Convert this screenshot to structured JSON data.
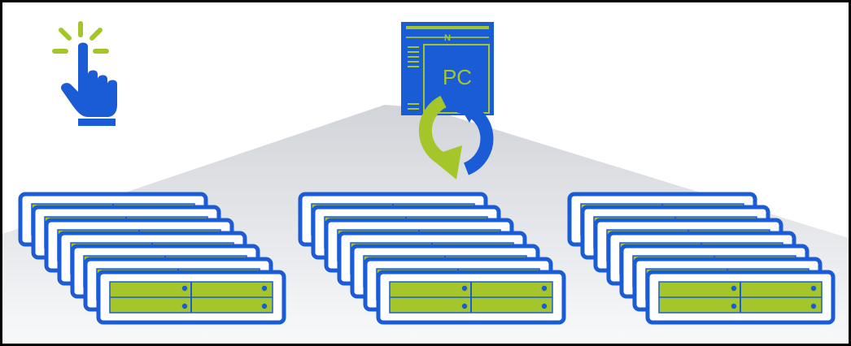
{
  "pc_icon": {
    "label": "PC",
    "header_glyph": "N"
  },
  "icons": {
    "pointer": "pointing-hand-icon",
    "sync": "sync-arrows-icon",
    "pc": "pc-window-icon"
  },
  "colors": {
    "blue": "#1a5bd6",
    "green": "#a4c62a",
    "background": "#ffffff",
    "frame": "#000000"
  },
  "server_stacks": [
    {
      "name": "left",
      "units": 7
    },
    {
      "name": "center",
      "units": 7
    },
    {
      "name": "right",
      "units": 7
    }
  ]
}
